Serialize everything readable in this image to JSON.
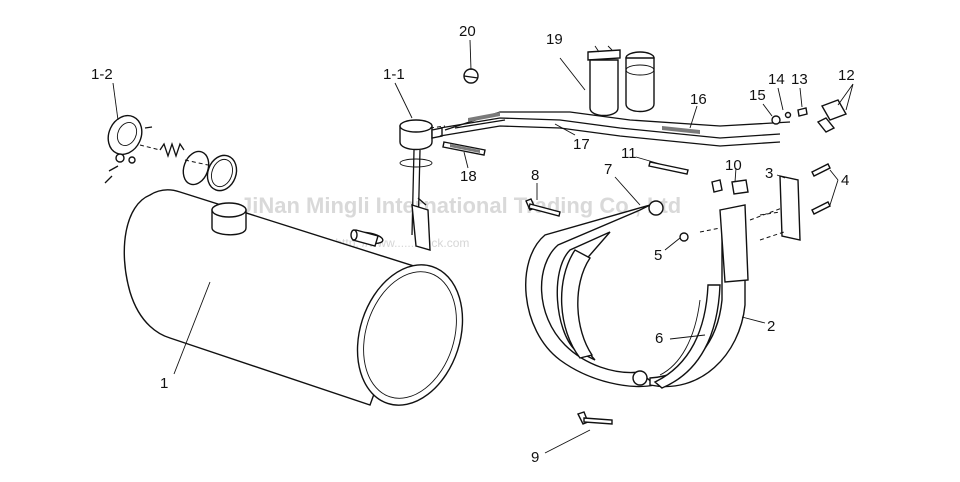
{
  "watermark": {
    "company": "JiNan Mingli International Trading Co., Ltd",
    "contact": "Tel: +86-531-8...     http: //www.......truck.com"
  },
  "labels": {
    "l1": "1",
    "l1_1": "1-1",
    "l1_2": "1-2",
    "l2": "2",
    "l3": "3",
    "l4": "4",
    "l5": "5",
    "l6": "6",
    "l7": "7",
    "l8": "8",
    "l9": "9",
    "l10": "10",
    "l11": "11",
    "l12": "12",
    "l13": "13",
    "l14": "14",
    "l15": "15",
    "l16": "16",
    "l17": "17",
    "l18": "18",
    "l19": "19",
    "l20": "20"
  }
}
